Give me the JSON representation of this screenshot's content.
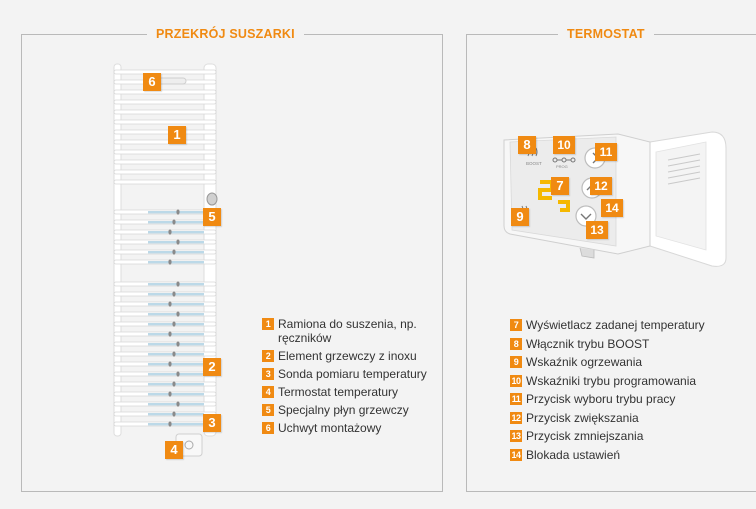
{
  "sections": {
    "left_title": "PRZEKRÓJ SUSZARKI",
    "right_title": "TERMOSTAT"
  },
  "badges": {
    "b1": "1",
    "b2": "2",
    "b3": "3",
    "b4": "4",
    "b5": "5",
    "b6": "6",
    "b7": "7",
    "b8": "8",
    "b9": "9",
    "b10": "10",
    "b11": "11",
    "b12": "12",
    "b13": "13",
    "b14": "14"
  },
  "thermostat_display": {
    "boost_label": "BOOST",
    "prog_label": "PROG"
  },
  "legend_left": [
    {
      "num": "1",
      "text": "Ramiona do suszenia, np. ręczników"
    },
    {
      "num": "2",
      "text": "Element grzewczy z inoxu"
    },
    {
      "num": "3",
      "text": "Sonda pomiaru temperatury"
    },
    {
      "num": "4",
      "text": "Termostat temperatury"
    },
    {
      "num": "5",
      "text": "Specjalny płyn grzewczy"
    },
    {
      "num": "6",
      "text": "Uchwyt montażowy"
    }
  ],
  "legend_right": [
    {
      "num": "7",
      "text": "Wyświetlacz zadanej temperatury"
    },
    {
      "num": "8",
      "text": "Włącznik trybu BOOST"
    },
    {
      "num": "9",
      "text": "Wskaźnik ogrzewania"
    },
    {
      "num": "10",
      "text": "Wskaźniki trybu programowania"
    },
    {
      "num": "11",
      "text": "Przycisk wyboru trybu pracy"
    },
    {
      "num": "12",
      "text": "Przycisk zwiększania"
    },
    {
      "num": "13",
      "text": "Przycisk zmniejszania"
    },
    {
      "num": "14",
      "text": "Blokada ustawień"
    }
  ],
  "colors": {
    "accent": "#f08a12",
    "fluid": "#bcd9e8",
    "frame": "#b9b9b9"
  }
}
